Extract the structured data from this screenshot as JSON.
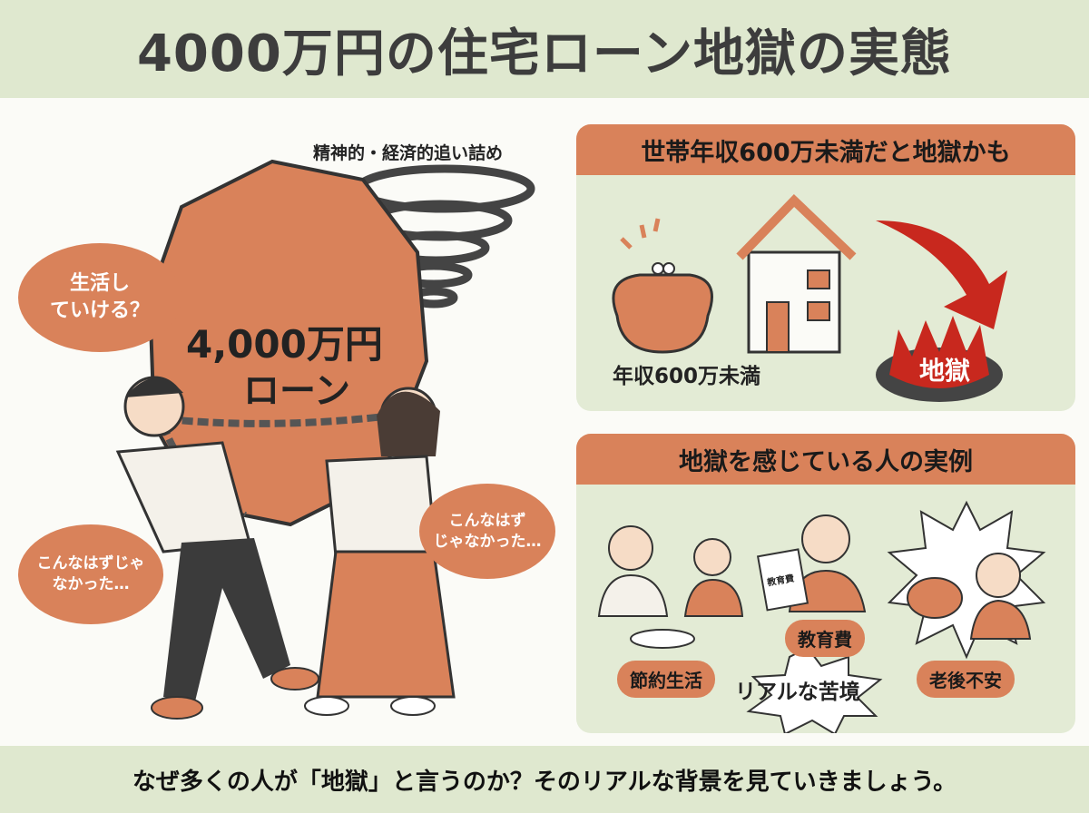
{
  "title": "4000万円の住宅ローン地獄の実態",
  "left": {
    "caption": "精神的・経済的追い詰め",
    "boulder_label_1": "4,000万円",
    "boulder_label_2": "ローン",
    "bubble_top": [
      "生活し",
      "ていける？"
    ],
    "bubble_man": [
      "こんなはずじゃ",
      "なかった…"
    ],
    "bubble_woman": [
      "こんなはず",
      "じゃなかった…"
    ]
  },
  "panel1": {
    "heading": "世帯年収600万未満だと地獄かも",
    "income_label": "年収600万未満",
    "hell_label": "地獄",
    "icons": [
      "purse-icon",
      "house-icon",
      "arrow-down-icon",
      "fire-pit-icon"
    ]
  },
  "panel2": {
    "heading": "地獄を感じている人の実例",
    "tags": [
      "節約生活",
      "教育費",
      "老後不安"
    ],
    "center_label": "リアルな苦境",
    "doc_label": "教育費"
  },
  "footer": "なぜ多くの人が「地獄」と言うのか？そのリアルな背景を見ていきましょう。",
  "colors": {
    "accent": "#d9825a",
    "band": "#dfe8cf",
    "panel": "#e3ebd5",
    "hell": "#c8281e"
  }
}
